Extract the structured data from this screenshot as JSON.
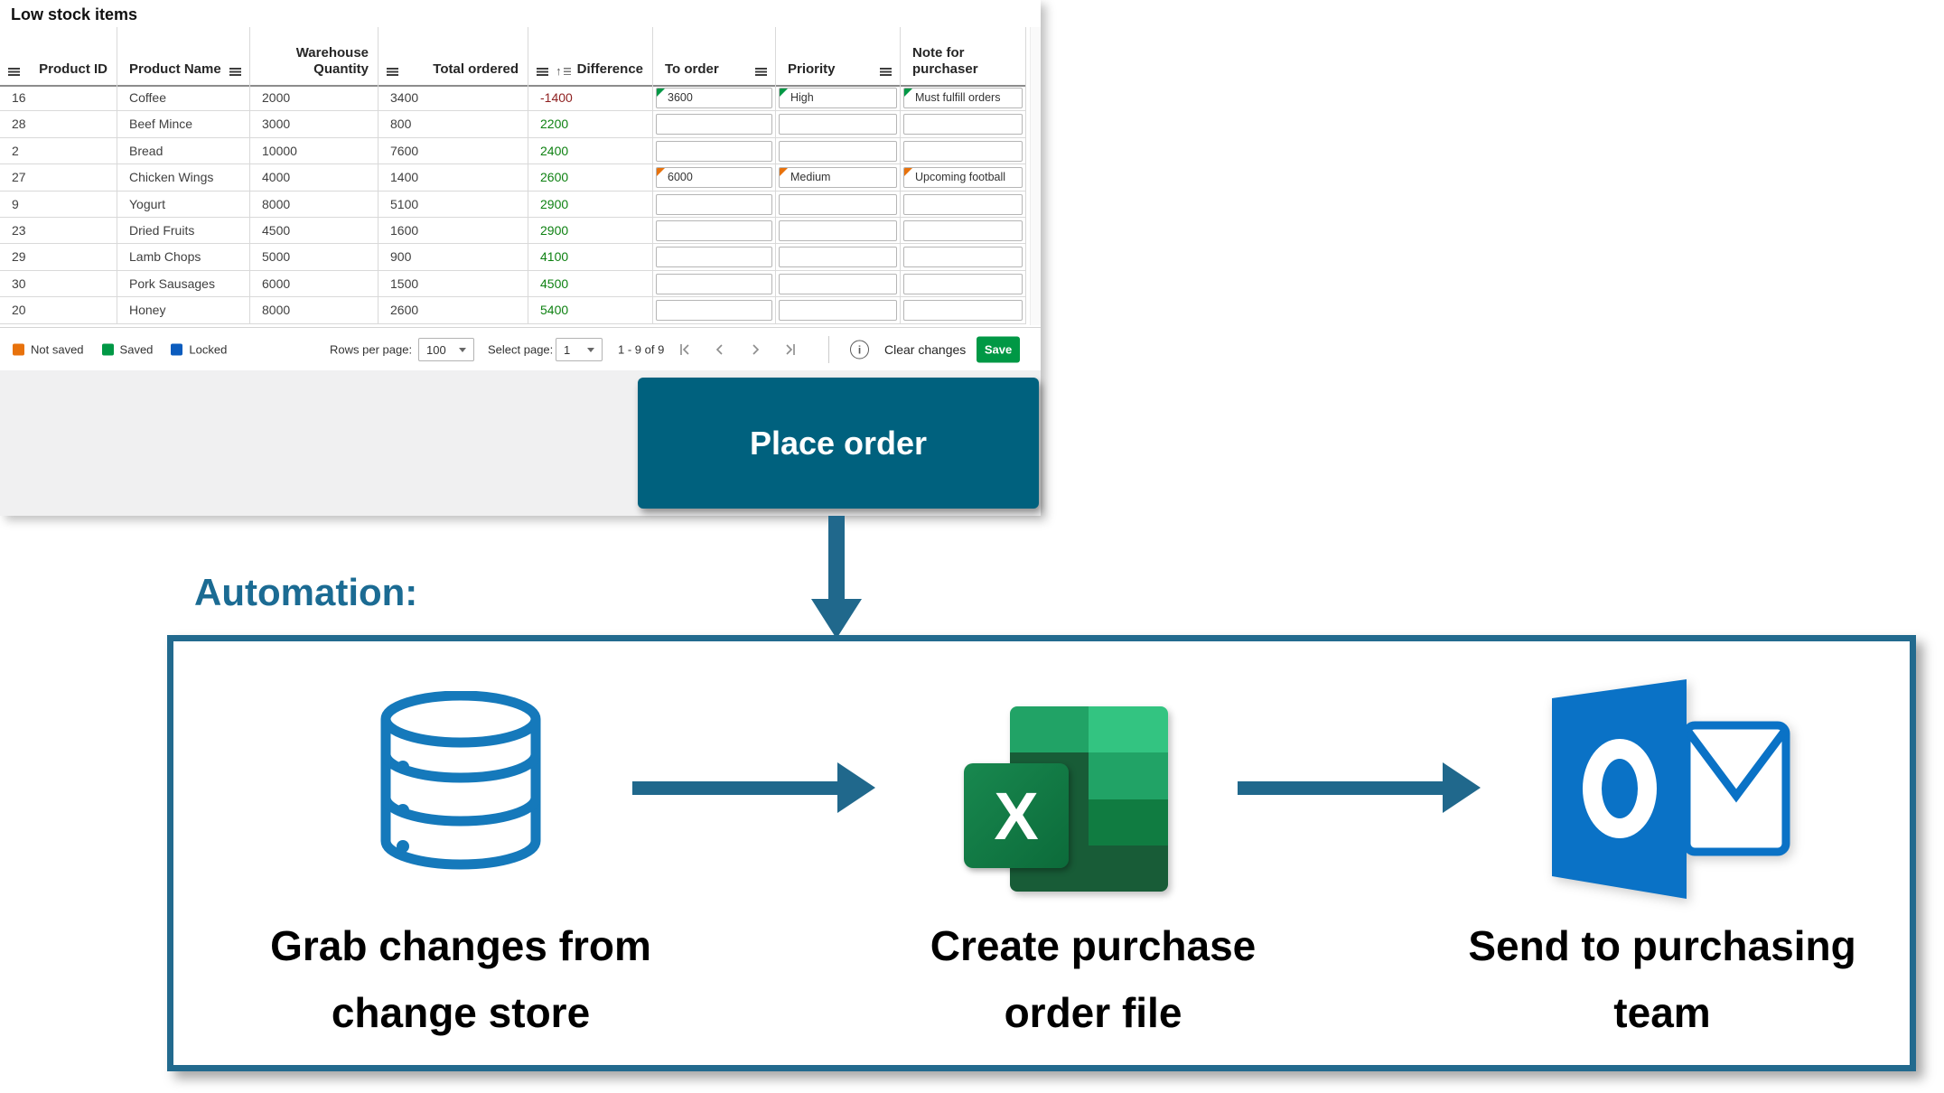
{
  "title": "Low stock items",
  "table": {
    "columns": [
      {
        "label": "Product ID"
      },
      {
        "label": "Product Name"
      },
      {
        "label": "Warehouse Quantity"
      },
      {
        "label": "Total ordered"
      },
      {
        "label": "Difference",
        "sort": "ascending"
      },
      {
        "label": "To order"
      },
      {
        "label": "Priority"
      },
      {
        "label": "Note for purchaser"
      }
    ],
    "rows": [
      {
        "product_id": "16",
        "product_name": "Coffee",
        "warehouse_quantity": "2000",
        "total_ordered": "3400",
        "difference": "-1400",
        "to_order": {
          "value": "3600",
          "state": "saved"
        },
        "priority": {
          "value": "High",
          "state": "saved"
        },
        "note": {
          "value": "Must fulfill orders",
          "state": "saved"
        }
      },
      {
        "product_id": "28",
        "product_name": "Beef Mince",
        "warehouse_quantity": "3000",
        "total_ordered": "800",
        "difference": "2200",
        "to_order": {
          "value": "",
          "state": "none"
        },
        "priority": {
          "value": "",
          "state": "none"
        },
        "note": {
          "value": "",
          "state": "none"
        }
      },
      {
        "product_id": "2",
        "product_name": "Bread",
        "warehouse_quantity": "10000",
        "total_ordered": "7600",
        "difference": "2400",
        "to_order": {
          "value": "",
          "state": "none"
        },
        "priority": {
          "value": "",
          "state": "none"
        },
        "note": {
          "value": "",
          "state": "none"
        }
      },
      {
        "product_id": "27",
        "product_name": "Chicken Wings",
        "warehouse_quantity": "4000",
        "total_ordered": "1400",
        "difference": "2600",
        "to_order": {
          "value": "6000",
          "state": "notsaved"
        },
        "priority": {
          "value": "Medium",
          "state": "notsaved"
        },
        "note": {
          "value": "Upcoming football",
          "state": "notsaved"
        }
      },
      {
        "product_id": "9",
        "product_name": "Yogurt",
        "warehouse_quantity": "8000",
        "total_ordered": "5100",
        "difference": "2900",
        "to_order": {
          "value": "",
          "state": "none"
        },
        "priority": {
          "value": "",
          "state": "none"
        },
        "note": {
          "value": "",
          "state": "none"
        }
      },
      {
        "product_id": "23",
        "product_name": "Dried Fruits",
        "warehouse_quantity": "4500",
        "total_ordered": "1600",
        "difference": "2900",
        "to_order": {
          "value": "",
          "state": "none"
        },
        "priority": {
          "value": "",
          "state": "none"
        },
        "note": {
          "value": "",
          "state": "none"
        }
      },
      {
        "product_id": "29",
        "product_name": "Lamb Chops",
        "warehouse_quantity": "5000",
        "total_ordered": "900",
        "difference": "4100",
        "to_order": {
          "value": "",
          "state": "none"
        },
        "priority": {
          "value": "",
          "state": "none"
        },
        "note": {
          "value": "",
          "state": "none"
        }
      },
      {
        "product_id": "30",
        "product_name": "Pork Sausages",
        "warehouse_quantity": "6000",
        "total_ordered": "1500",
        "difference": "4500",
        "to_order": {
          "value": "",
          "state": "none"
        },
        "priority": {
          "value": "",
          "state": "none"
        },
        "note": {
          "value": "",
          "state": "none"
        }
      },
      {
        "product_id": "20",
        "product_name": "Honey",
        "warehouse_quantity": "8000",
        "total_ordered": "2600",
        "difference": "5400",
        "to_order": {
          "value": "",
          "state": "none"
        },
        "priority": {
          "value": "",
          "state": "none"
        },
        "note": {
          "value": "",
          "state": "none"
        }
      }
    ]
  },
  "footer": {
    "legend": [
      {
        "label": "Not saved",
        "color": "#e8720c"
      },
      {
        "label": "Saved",
        "color": "#009845"
      },
      {
        "label": "Locked",
        "color": "#0b5cbe"
      }
    ],
    "rows_per_page_label": "Rows per page:",
    "rows_per_page_value": "100",
    "select_page_label": "Select page:",
    "select_page_value": "1",
    "range_text": "1 - 9 of 9",
    "clear_changes_label": "Clear changes",
    "save_label": "Save"
  },
  "place_order_label": "Place order",
  "automation": {
    "heading": "Automation:",
    "steps": [
      {
        "icon": "database-icon",
        "caption_line1": "Grab changes from",
        "caption_line2": "change store"
      },
      {
        "icon": "excel-icon",
        "caption_line1": "Create purchase",
        "caption_line2": "order file"
      },
      {
        "icon": "outlook-icon",
        "caption_line1": "Send to purchasing",
        "caption_line2": "team"
      }
    ],
    "excel_letter": "X"
  },
  "colors": {
    "teal_accent": "#20688c",
    "place_order_teal": "#00617e",
    "save_green": "#009845",
    "not_saved_orange": "#e8720c",
    "saved_green": "#009845",
    "locked_blue": "#0b5cbe",
    "difference_negative": "#8e1f1f",
    "difference_positive": "#0e8112",
    "excel_green_dark": "#107c41",
    "excel_green_darker": "#185c37",
    "excel_green_mid": "#21a366",
    "excel_green_light": "#33c481",
    "outlook_blue": "#0a72c6",
    "database_blue": "#1579bb"
  }
}
